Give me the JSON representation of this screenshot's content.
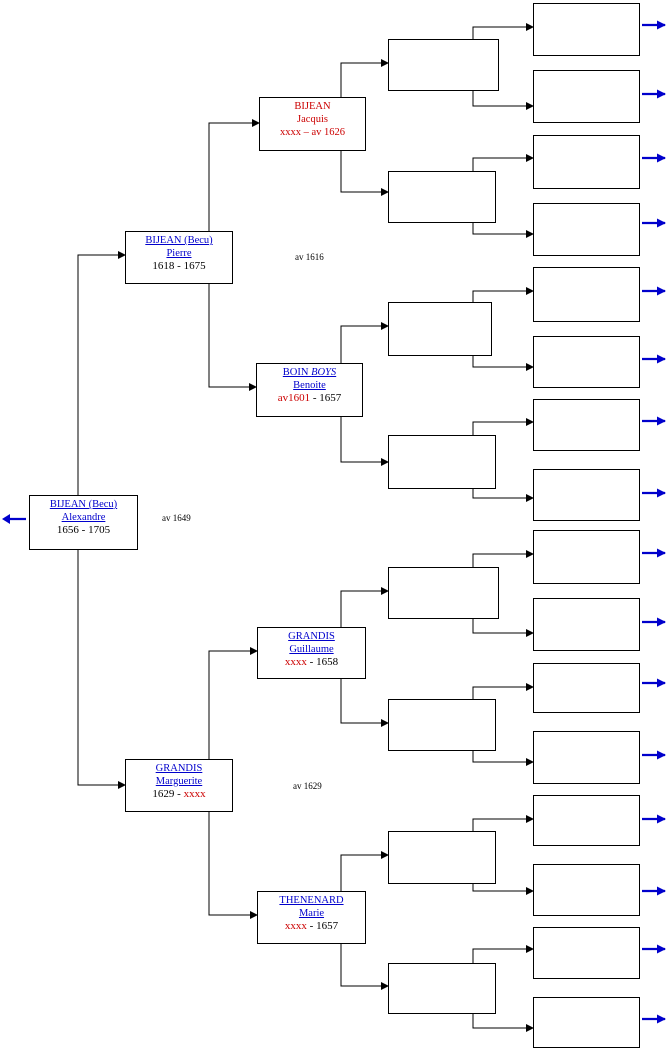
{
  "root": {
    "name": "BIJEAN (Becu)",
    "first": "Alexandre",
    "dates": "1656 - 1705"
  },
  "father": {
    "name": "BIJEAN (Becu)",
    "first": "Pierre",
    "dates": "1618 - 1675"
  },
  "mother": {
    "name": "GRANDIS",
    "first": "Marguerite",
    "birth": "1629 -",
    "death": "xxxx"
  },
  "ff": {
    "name": "BIJEAN",
    "first": "Jacquis",
    "dates": "xxxx – av 1626"
  },
  "fm": {
    "name": "BOIN",
    "name_alt": "BOYS",
    "first": "Benoite",
    "birth": "av1601",
    "death": "- 1657"
  },
  "mf": {
    "name": "GRANDIS",
    "first": "Guillaume",
    "birth": "xxxx",
    "death": "- 1658"
  },
  "mm": {
    "name": "THENENARD",
    "first": "Marie",
    "birth": "xxxx",
    "death": "- 1657"
  },
  "marriages": {
    "root": "av 1649",
    "father": "av 1616",
    "mother": "av 1629"
  },
  "colors": {
    "link": "#0000cc",
    "unknown": "#cc0000",
    "arrow": "#0000cc"
  }
}
